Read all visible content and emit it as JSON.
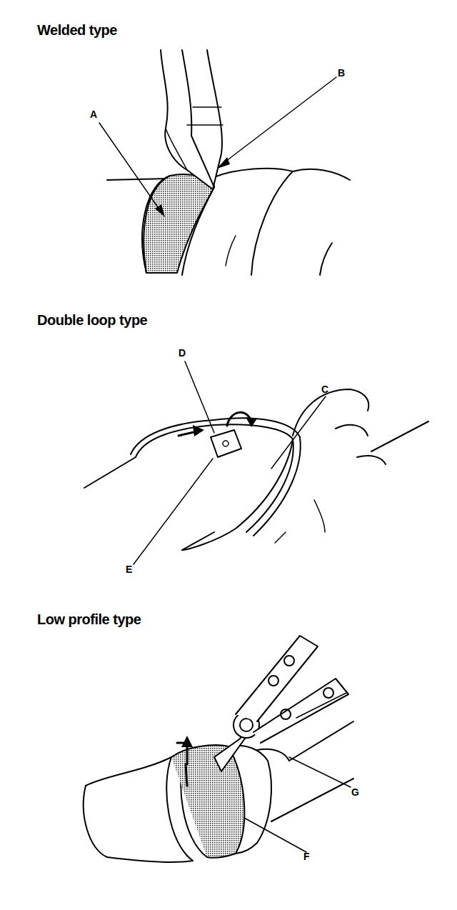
{
  "diagram": {
    "labels": [
      "Welded type",
      "B",
      "A",
      "Double loop type",
      "D",
      "C",
      "E",
      "Low profile type",
      "G",
      "F"
    ]
  }
}
